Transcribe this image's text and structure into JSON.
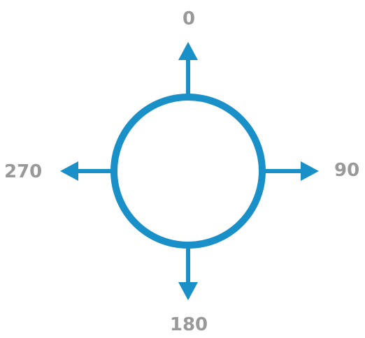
{
  "diagram": {
    "labels": {
      "top": "0",
      "right": "90",
      "bottom": "180",
      "left": "270"
    },
    "colors": {
      "stroke": "#1a90c8",
      "label": "#999999"
    }
  }
}
